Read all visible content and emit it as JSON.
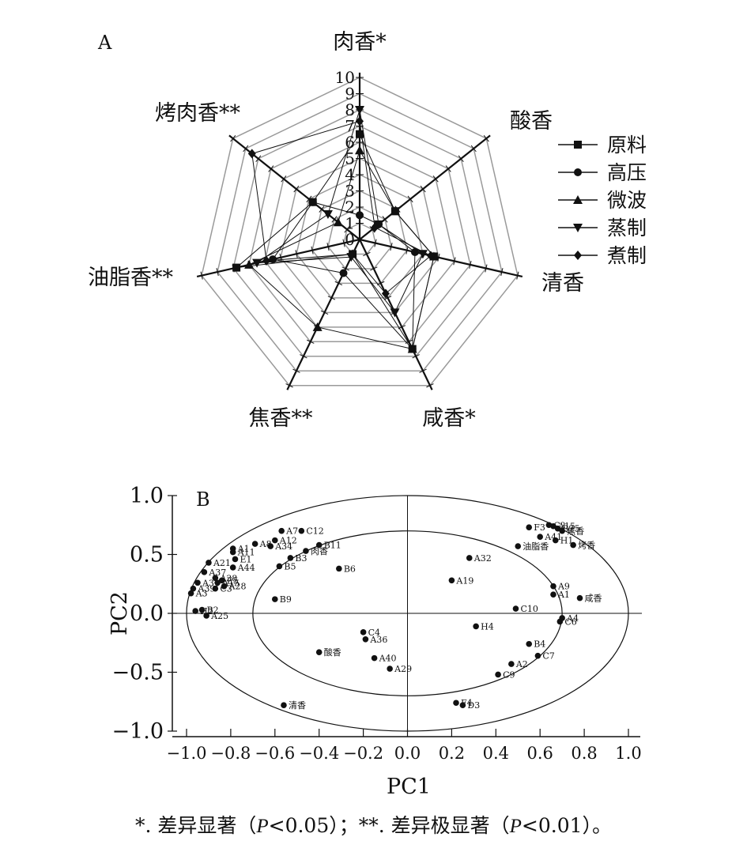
{
  "chart_data": [
    {
      "type": "radar",
      "panel_label": "A",
      "axes": [
        "肉香*",
        "酸香",
        "清香",
        "咸香*",
        "焦香**",
        "油脂香**",
        "烤肉香**"
      ],
      "radial_ticks": [
        "0",
        "1",
        "2",
        "3",
        "4",
        "5",
        "6",
        "7",
        "8",
        "9",
        "10"
      ],
      "rlim": [
        0,
        10
      ],
      "legend_position": "right",
      "series": [
        {
          "name": "原料",
          "marker": "square",
          "values": [
            6.5,
            2.8,
            4.7,
            7.5,
            1.0,
            7.8,
            3.7
          ]
        },
        {
          "name": "高压",
          "marker": "circle",
          "values": [
            1.5,
            1.5,
            3.5,
            7.5,
            2.3,
            5.5,
            3.7
          ]
        },
        {
          "name": "微波",
          "marker": "triangle-up",
          "values": [
            5.5,
            2.8,
            4.7,
            7.5,
            6.0,
            7.0,
            1.7
          ]
        },
        {
          "name": "蒸制",
          "marker": "triangle-down",
          "values": [
            8.0,
            1.5,
            4.0,
            5.0,
            1.2,
            6.5,
            2.5
          ]
        },
        {
          "name": "煮制",
          "marker": "diamond",
          "values": [
            7.3,
            1.2,
            4.5,
            3.7,
            1.0,
            5.9,
            8.5
          ]
        }
      ]
    },
    {
      "type": "scatter",
      "panel_label": "B",
      "xlabel": "PC1",
      "ylabel": "PC2",
      "xlim": [
        -1.0,
        1.0
      ],
      "ylim": [
        -1.0,
        1.0
      ],
      "xticks": [
        "−1.0",
        "−0.8",
        "−0.6",
        "−0.4",
        "−0.2",
        "0.0",
        "0.2",
        "0.4",
        "0.6",
        "0.8",
        "1.0"
      ],
      "yticks": [
        "1.0",
        "0.5",
        "0.0",
        "−0.5",
        "−1.0"
      ],
      "circles": [
        1.0,
        0.7
      ],
      "points": [
        {
          "label": "C2",
          "x": 0.64,
          "y": 0.75
        },
        {
          "label": "A15",
          "x": 0.66,
          "y": 0.74
        },
        {
          "label": "F3",
          "x": 0.55,
          "y": 0.73
        },
        {
          "label": "B25",
          "x": 0.68,
          "y": 0.72
        },
        {
          "label": "焦香",
          "x": 0.7,
          "y": 0.7
        },
        {
          "label": "A41",
          "x": 0.6,
          "y": 0.65
        },
        {
          "label": "H1",
          "x": 0.67,
          "y": 0.62
        },
        {
          "label": "油脂香",
          "x": 0.5,
          "y": 0.57
        },
        {
          "label": "烤香",
          "x": 0.75,
          "y": 0.58
        },
        {
          "label": "A32",
          "x": 0.28,
          "y": 0.47
        },
        {
          "label": "A19",
          "x": 0.2,
          "y": 0.28
        },
        {
          "label": "A9",
          "x": 0.66,
          "y": 0.23
        },
        {
          "label": "A1",
          "x": 0.66,
          "y": 0.16
        },
        {
          "label": "咸香",
          "x": 0.78,
          "y": 0.13
        },
        {
          "label": "C10",
          "x": 0.49,
          "y": 0.04
        },
        {
          "label": "A4",
          "x": 0.7,
          "y": -0.04
        },
        {
          "label": "C6",
          "x": 0.69,
          "y": -0.07
        },
        {
          "label": "H4",
          "x": 0.31,
          "y": -0.11
        },
        {
          "label": "B4",
          "x": 0.55,
          "y": -0.26
        },
        {
          "label": "C7",
          "x": 0.59,
          "y": -0.36
        },
        {
          "label": "A2",
          "x": 0.47,
          "y": -0.43
        },
        {
          "label": "C9",
          "x": 0.41,
          "y": -0.52
        },
        {
          "label": "F4",
          "x": 0.22,
          "y": -0.76
        },
        {
          "label": "D3",
          "x": 0.25,
          "y": -0.78
        },
        {
          "label": "A7",
          "x": -0.57,
          "y": 0.7
        },
        {
          "label": "C12",
          "x": -0.48,
          "y": 0.7
        },
        {
          "label": "A8",
          "x": -0.69,
          "y": 0.59
        },
        {
          "label": "A12",
          "x": -0.6,
          "y": 0.62
        },
        {
          "label": "A34",
          "x": -0.62,
          "y": 0.57
        },
        {
          "label": "A1",
          "x": -0.79,
          "y": 0.55
        },
        {
          "label": "A11",
          "x": -0.79,
          "y": 0.52
        },
        {
          "label": "B11",
          "x": -0.4,
          "y": 0.58
        },
        {
          "label": "肉香",
          "x": -0.46,
          "y": 0.53
        },
        {
          "label": "B3",
          "x": -0.53,
          "y": 0.47
        },
        {
          "label": "B5",
          "x": -0.58,
          "y": 0.4
        },
        {
          "label": "B6",
          "x": -0.31,
          "y": 0.38
        },
        {
          "label": "E1",
          "x": -0.78,
          "y": 0.46
        },
        {
          "label": "A44",
          "x": -0.79,
          "y": 0.39
        },
        {
          "label": "A21",
          "x": -0.9,
          "y": 0.43
        },
        {
          "label": "A37",
          "x": -0.92,
          "y": 0.35
        },
        {
          "label": "A38",
          "x": -0.87,
          "y": 0.3
        },
        {
          "label": "E5",
          "x": -0.84,
          "y": 0.28
        },
        {
          "label": "A31",
          "x": -0.95,
          "y": 0.26
        },
        {
          "label": "A15",
          "x": -0.86,
          "y": 0.26
        },
        {
          "label": "A28",
          "x": -0.83,
          "y": 0.23
        },
        {
          "label": "C3",
          "x": -0.87,
          "y": 0.21
        },
        {
          "label": "A39",
          "x": -0.97,
          "y": 0.21
        },
        {
          "label": "A3",
          "x": -0.98,
          "y": 0.17
        },
        {
          "label": "B9",
          "x": -0.6,
          "y": 0.12
        },
        {
          "label": "H2",
          "x": -0.96,
          "y": 0.02
        },
        {
          "label": "B2",
          "x": -0.93,
          "y": 0.03
        },
        {
          "label": "A25",
          "x": -0.91,
          "y": -0.02
        },
        {
          "label": "C4",
          "x": -0.2,
          "y": -0.16
        },
        {
          "label": "A36",
          "x": -0.19,
          "y": -0.22
        },
        {
          "label": "酸香",
          "x": -0.4,
          "y": -0.33
        },
        {
          "label": "A40",
          "x": -0.15,
          "y": -0.38
        },
        {
          "label": "A29",
          "x": -0.08,
          "y": -0.47
        },
        {
          "label": "清香",
          "x": -0.56,
          "y": -0.78
        }
      ]
    }
  ],
  "footnote": {
    "p1": "*. 差异显著（",
    "p2": "P",
    "p3": "<0.05）；**. 差异极显著（",
    "p4": "P",
    "p5": "<0.01）。"
  }
}
